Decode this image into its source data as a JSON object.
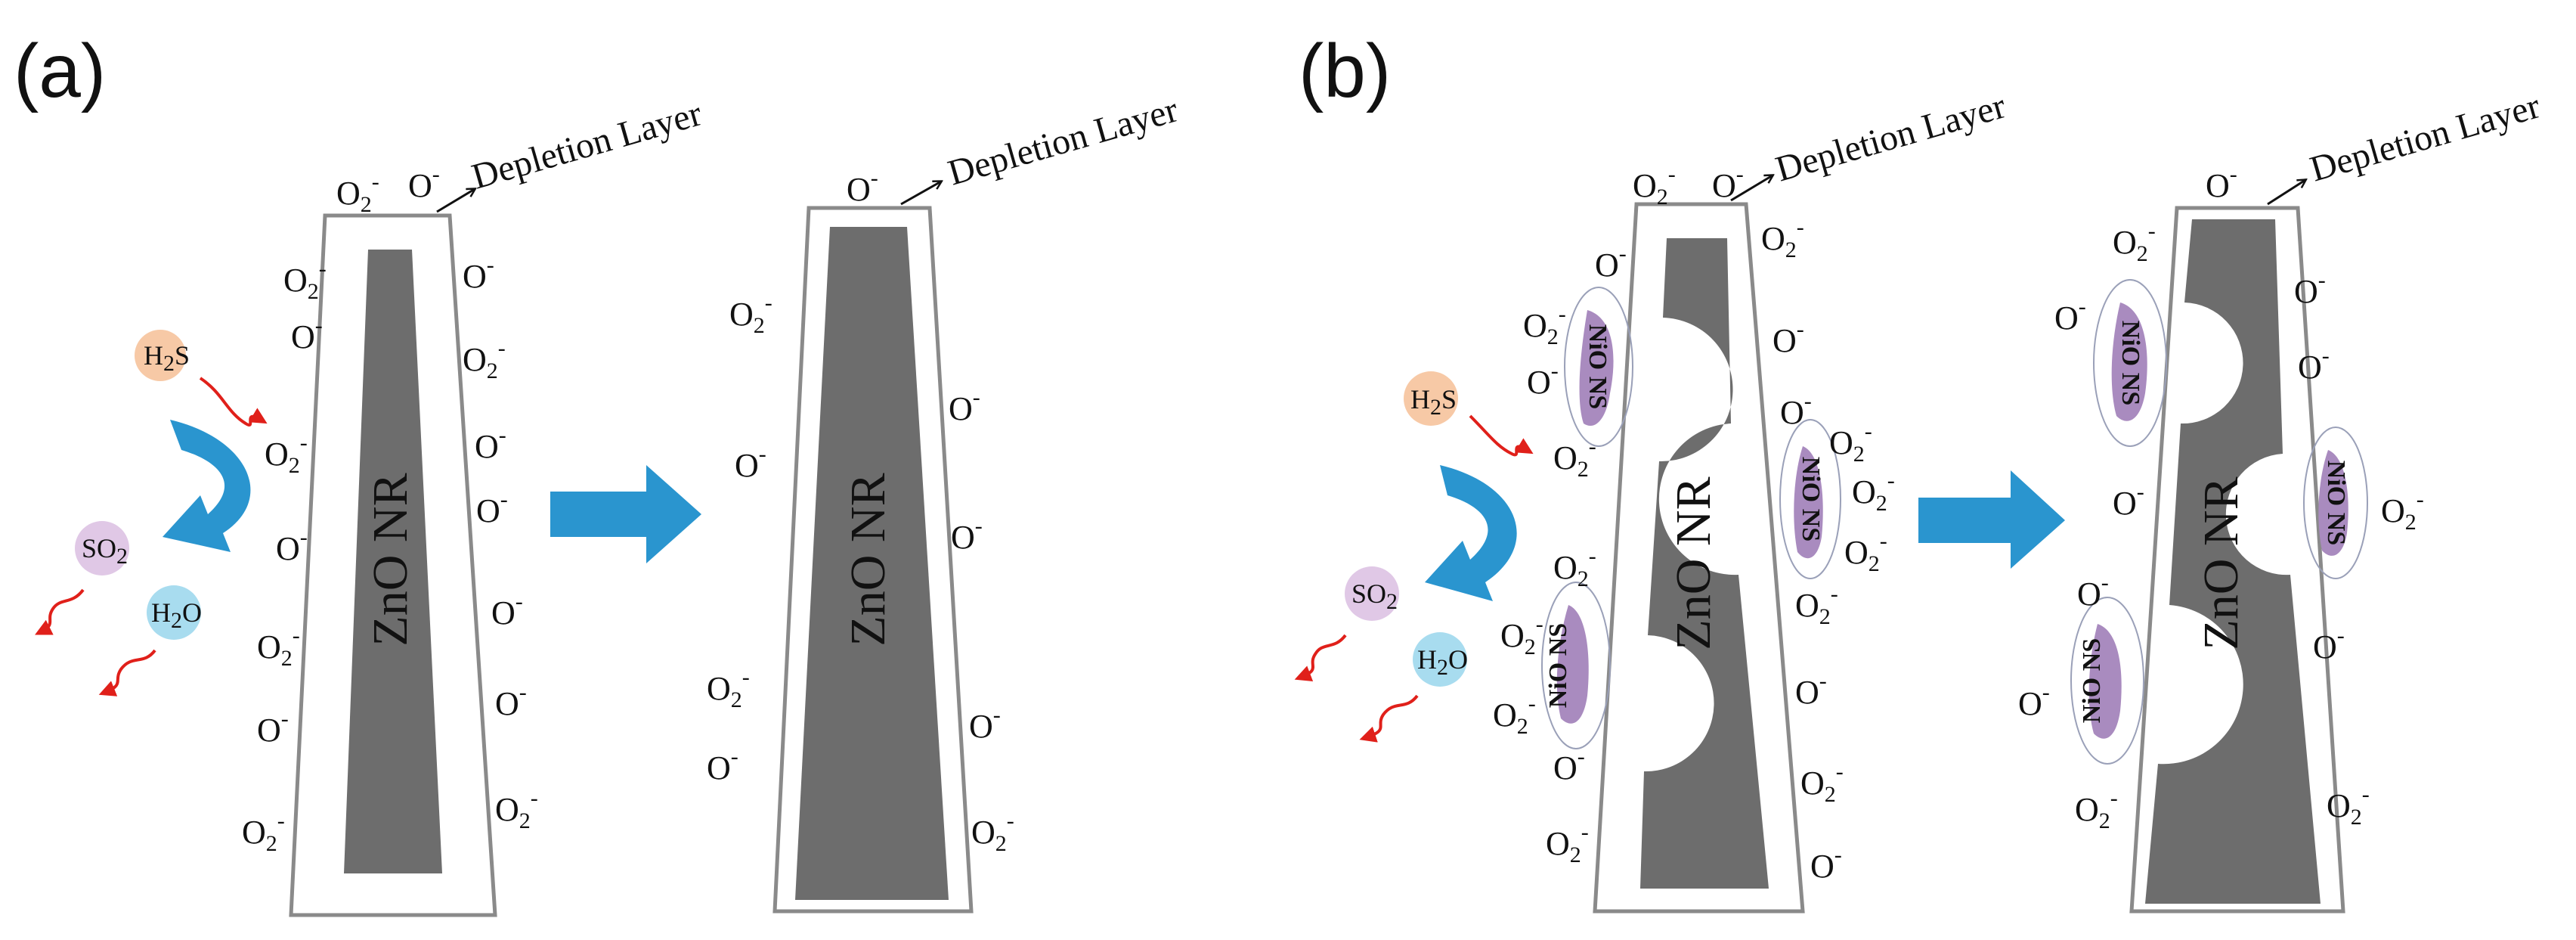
{
  "panels": {
    "a": {
      "label": "(a)"
    },
    "b": {
      "label": "(b)"
    }
  },
  "labels": {
    "depletion": "Depletion Layer",
    "nanorod": "ZnO NR",
    "nanosheet": "NiO NS"
  },
  "molecules": {
    "h2s": {
      "base": "H",
      "sub": "2",
      "tail": "S"
    },
    "so2": {
      "base": "SO",
      "sub": "2",
      "tail": ""
    },
    "h2o": {
      "base": "H",
      "sub": "2",
      "tail": "O"
    },
    "h2s_b": {
      "base": "H",
      "sub": "2",
      "tail": "S"
    },
    "so2_b": {
      "base": "SO",
      "sub": "2",
      "tail": ""
    },
    "h2o_b": {
      "base": "H",
      "sub": "2",
      "tail": "O"
    }
  },
  "ions": {
    "o2": {
      "base": "O",
      "sub": "2",
      "sup": "-"
    },
    "o": {
      "base": "O",
      "sup": "-"
    }
  },
  "colors": {
    "rod_fill": "#6d6d6d",
    "outline": "#8a8a8a",
    "arrow_blue": "#2a95cf",
    "h2s_circle": "#f7c9a6",
    "so2_circle": "#e0c8e6",
    "h2o_circle": "#a8dcef",
    "nio_fill": "#a98bbf",
    "wavy_red": "#e0201a"
  }
}
